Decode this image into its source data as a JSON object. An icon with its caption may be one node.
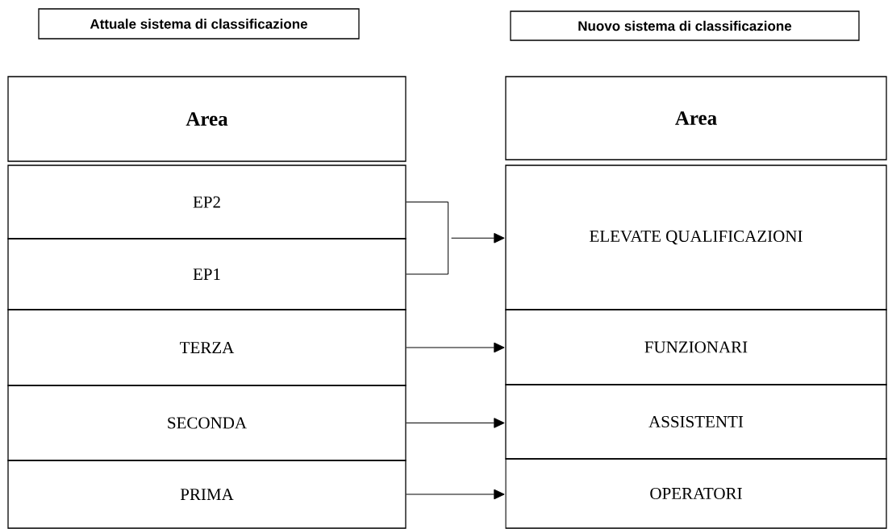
{
  "diagram": {
    "nodes": [
      {
        "text": [
          "Attuale sistema di classificazione"
        ]
      },
      {
        "text": [
          "Nuovo sistema di classificazione"
        ]
      },
      {
        "text": [
          "Area"
        ]
      },
      {
        "text": [
          "EP2"
        ]
      },
      {
        "text": [
          "EP1"
        ]
      },
      {
        "text": [
          "TERZA"
        ]
      },
      {
        "text": [
          "SECONDA"
        ]
      },
      {
        "text": [
          "PRIMA"
        ]
      },
      {
        "text": [
          "Area"
        ]
      },
      {
        "text": [
          "ELEVATE QUALIFICAZIONI"
        ]
      },
      {
        "text": [
          "FUNZIONARI"
        ]
      },
      {
        "text": [
          "ASSISTENTI"
        ]
      },
      {
        "text": [
          "OPERATORI"
        ]
      }
    ],
    "edges": [
      {
        "from": 3,
        "to": 9,
        "arrow": "to"
      },
      {
        "from": 4,
        "to": 9,
        "arrow": "to"
      },
      {
        "from": 5,
        "to": 10,
        "arrow": "to"
      },
      {
        "from": 6,
        "to": 11,
        "arrow": "to"
      },
      {
        "from": 7,
        "to": 12,
        "arrow": "to"
      }
    ]
  }
}
